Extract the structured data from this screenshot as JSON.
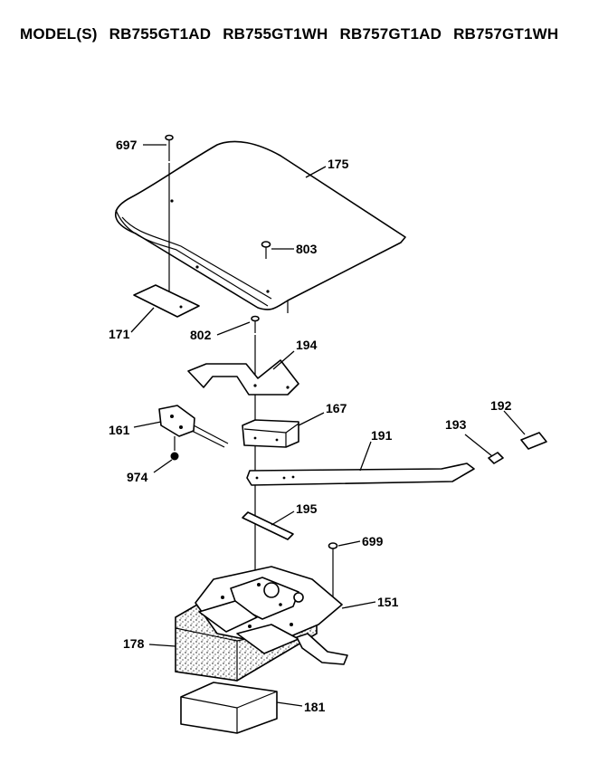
{
  "header": {
    "prefix": "MODEL(S)",
    "models": [
      "RB755GT1AD",
      "RB755GT1WH",
      "RB757GT1AD",
      "RB757GT1WH"
    ]
  },
  "callouts": {
    "c697": "697",
    "c175": "175",
    "c803": "803",
    "c171": "171",
    "c802": "802",
    "c194": "194",
    "c161": "161",
    "c167": "167",
    "c192": "192",
    "c193": "193",
    "c191": "191",
    "c974": "974",
    "c195": "195",
    "c699": "699",
    "c151": "151",
    "c178": "178",
    "c181": "181"
  }
}
